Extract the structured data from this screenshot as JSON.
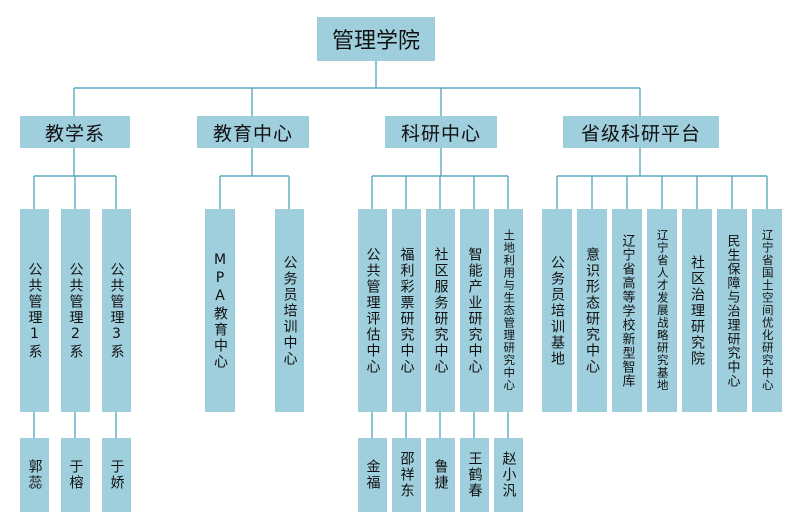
{
  "root": {
    "label": "管理学院"
  },
  "departments": [
    {
      "label": "教学系"
    },
    {
      "label": "教育中心"
    },
    {
      "label": "科研中心"
    },
    {
      "label": "省级科研平台"
    }
  ],
  "teaching_units": [
    {
      "label": "公共管理1系",
      "head": "郭蕊"
    },
    {
      "label": "公共管理2系",
      "head": "于榕"
    },
    {
      "label": "公共管理3系",
      "head": "于娇"
    }
  ],
  "education_units": [
    {
      "label": "MPA教育中心"
    },
    {
      "label": "公务员培训中心"
    }
  ],
  "research_units": [
    {
      "label": "公共管理评估中心",
      "head": "金福"
    },
    {
      "label": "福利彩票研究中心",
      "head": "邵祥东"
    },
    {
      "label": "社区服务研究中心",
      "head": "鲁捷"
    },
    {
      "label": "智能产业研究中心",
      "head": "王鹤春"
    },
    {
      "label": "土地利用与生态管理研究中心",
      "head": "赵小汎"
    }
  ],
  "platform_units": [
    {
      "label": "公务员培训基地"
    },
    {
      "label": "意识形态研究中心"
    },
    {
      "label": "辽宁省高等学校新型智库"
    },
    {
      "label": "辽宁省人才发展战略研究基地"
    },
    {
      "label": "社区治理研究院"
    },
    {
      "label": "民生保障与治理研究中心"
    },
    {
      "label": "辽宁省国土空间优化研究中心"
    }
  ],
  "colors": {
    "box": "#9fcfdd",
    "line": "#5aaac4",
    "text": "#111111"
  }
}
